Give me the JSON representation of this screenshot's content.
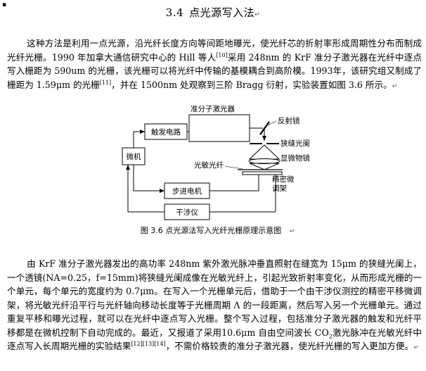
{
  "bullet": "▪",
  "heading": {
    "number": "3.4",
    "title": "点光源写入法",
    "mark": "↵"
  },
  "para1": {
    "t1": "这种方法是利用一点光源，沿光纤长度方向等间距地曝光，使光纤芯的折射率形成周期性分布而制成光纤光栅。1990 年加拿大通信研究中心的 Hill 等人",
    "ref1": "[10]",
    "t2": "采用 248nm 的 KrF 准分子激光器在光纤中逐点写入栅距为 590um 的光栅，该光栅可以将光纤中传输的基模耦合到高阶模。1993年，该研究组又制成了栅距为 1.59μm 的光栅",
    "ref2": "[11]",
    "t3": "，并在 1500nm 处观察到三阶 Bragg 衍射，实验装置如图 3.6 所示。",
    "mark": "↵"
  },
  "figure": {
    "labels": {
      "trigger": "触发电路",
      "excimer": "准分子激光器",
      "mirror": "反射镜",
      "slit": "狭缝光阑",
      "objective": "显微物镜",
      "fiber": "光敏光纤",
      "micro": "微机",
      "stepper": "步进电机",
      "stage": "精密微调架",
      "interferometer": "干涉仪"
    },
    "caption": "图 3.6   点光源法写入光纤光栅原理示意图",
    "caption_mark": "↵"
  },
  "para2": {
    "t1": "由 KrF 准分子激光器发出的高功率 248nm 紫外激光脉冲垂直照射在缝宽为 15μm 的狭缝光阑上，一个透镜(NA=0.25，f=15mm)将狭缝光阑成像在光敏光纤上，引起光致折射率变化，从而形成光栅的一个单元，每个单元的宽度约为 0.7μm。在写入一个光栅单元后，借助于一个由干涉仪测控的精密平移微调架，将光敏光纤沿平行与光纤轴向移动长度等于光栅周期 Λ 的一段距离，然后写入另一个光栅单元。通过重复平移和曝光过程，就可以在光纤中逐点写入光栅。整个写入过程，包括准分子激光器的触发和光纤平移都是在微机控制下自动完成的。最近，又报道了采用10.6μm 自由空间波长 CO",
    "sub": "2",
    "t2": "激光脉冲在光敏光纤中逐点写入长周期光栅的实验结果",
    "ref": "[12][13][14]",
    "t3": "，不需价格较贵的准分子激光器，使光纤光栅的写入更加方便。",
    "mark": "↵"
  }
}
